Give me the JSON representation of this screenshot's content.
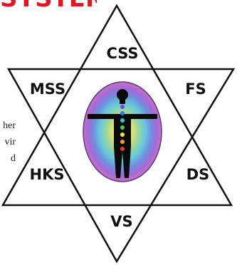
{
  "diagram": {
    "title_fragment": "SYSTEME",
    "side_text_fragments": [
      "her",
      "vir",
      "d"
    ],
    "labels": {
      "top": "CSS",
      "upper_left": "MSS",
      "upper_right": "FS",
      "lower_left": "HKS",
      "lower_right": "DS",
      "bottom": "VS"
    },
    "colors": {
      "title": "#e4151f",
      "lines": "#111111"
    },
    "center_image": "human-figure-with-chakra-aura"
  }
}
